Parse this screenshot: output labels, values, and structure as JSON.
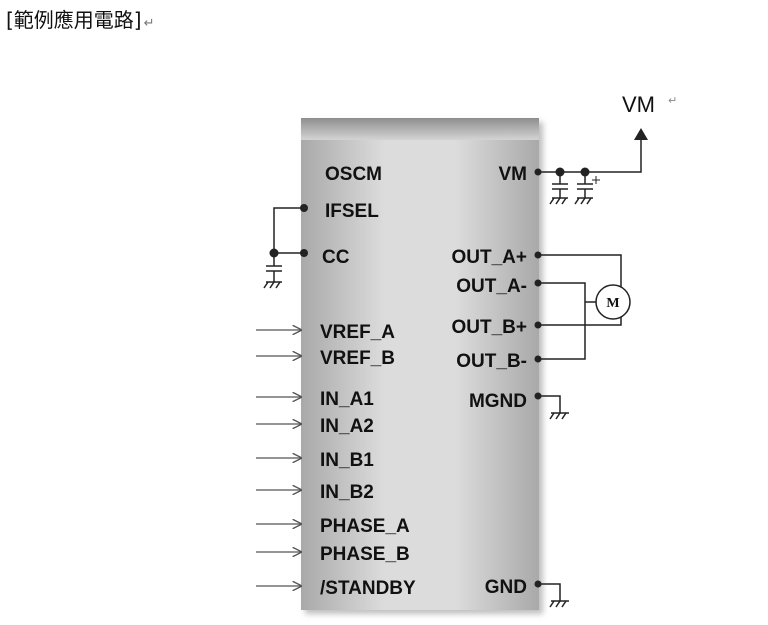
{
  "heading": "[範例應用電路]",
  "return_mark": "↵",
  "vm_supply_label": "VM",
  "motor_label": "M",
  "left_pins": [
    "OSCM",
    "IFSEL",
    "CC",
    "VREF_A",
    "VREF_B",
    "IN_A1",
    "IN_A2",
    "IN_B1",
    "IN_B2",
    "PHASE_A",
    "PHASE_B",
    "/STANDBY"
  ],
  "right_pins": [
    "VM",
    "OUT_A+",
    "OUT_A-",
    "OUT_B+",
    "OUT_B-",
    "MGND",
    "GND"
  ]
}
